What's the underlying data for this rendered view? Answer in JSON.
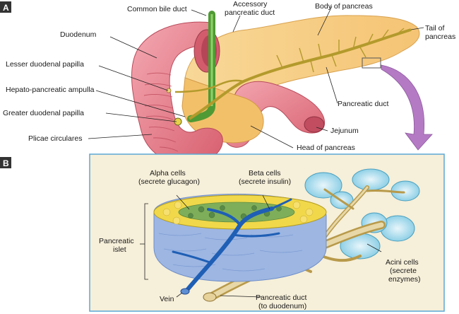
{
  "panels": {
    "a": {
      "tag": "A"
    },
    "b": {
      "tag": "B"
    }
  },
  "labels_a": {
    "common_bile_duct": "Common bile duct",
    "accessory_duct_1": "Accessory",
    "accessory_duct_2": "pancreatic duct",
    "body": "Body of pancreas",
    "tail_1": "Tail of",
    "tail_2": "pancreas",
    "duodenum": "Duodenum",
    "lesser_papilla": "Lesser duodenal papilla",
    "ampulla": "Hepato-pancreatic ampulla",
    "greater_papilla": "Greater duodenal papilla",
    "plicae": "Plicae circulares",
    "pancreatic_duct": "Pancreatic duct",
    "jejunum": "Jejunum",
    "head": "Head of pancreas"
  },
  "labels_b": {
    "alpha_1": "Alpha cells",
    "alpha_2": "(secrete glucagon)",
    "beta_1": "Beta cells",
    "beta_2": "(secrete insulin)",
    "islet_1": "Pancreatic",
    "islet_2": "islet",
    "vein": "Vein",
    "duct_1": "Pancreatic duct",
    "duct_2": "(to duodenum)",
    "acini_1": "Acini cells",
    "acini_2": "(secrete",
    "acini_3": "enzymes)"
  },
  "colors": {
    "duodenum": "#e9818f",
    "pancreas": "#f7c97a",
    "bile_duct": "#5aa63c",
    "duct": "#b9a232",
    "arrow": "#b57ac4",
    "inset_bg": "#f6efd9",
    "inset_border": "#5ba7d6",
    "tag_bg": "#333333"
  }
}
